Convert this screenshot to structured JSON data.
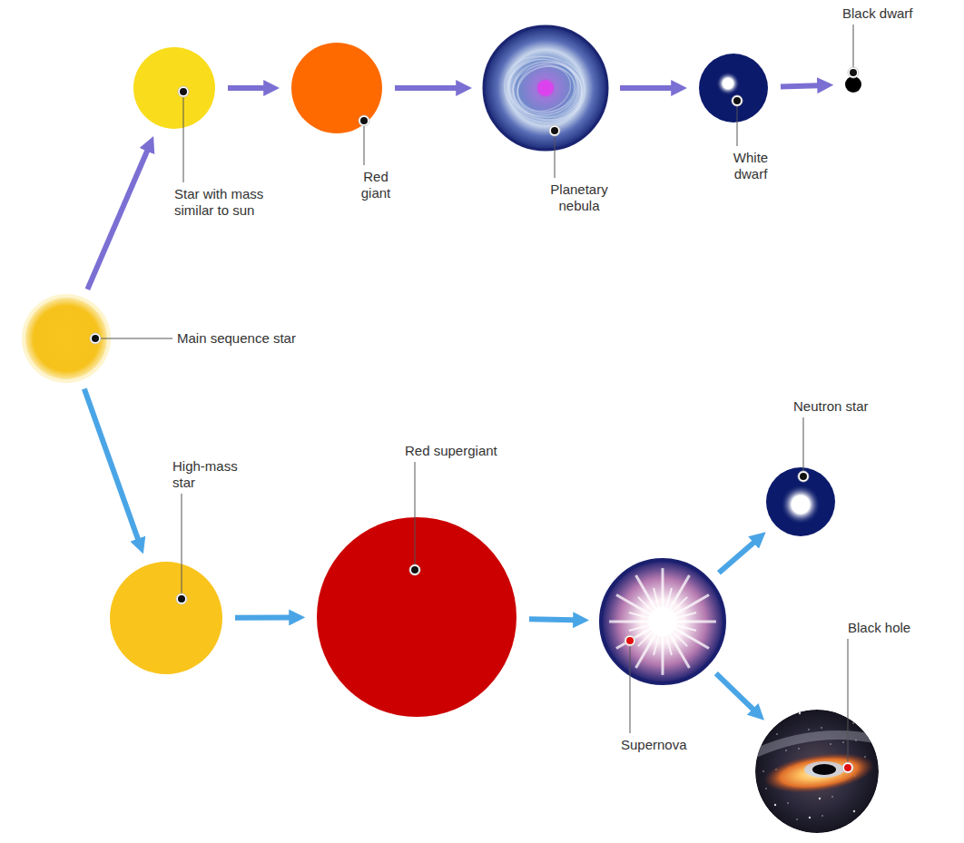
{
  "diagram": {
    "nodes": [
      {
        "text": [
          "Star with mass similar to sun"
        ]
      },
      {
        "text": [
          "Red giant"
        ]
      },
      {
        "text": [
          "Planetary nebula"
        ]
      },
      {
        "text": [
          "White dwarf"
        ]
      },
      {
        "text": [
          "Black dwarf"
        ]
      },
      {
        "text": [
          "Main sequence star"
        ]
      },
      {
        "text": [
          "High-mass star"
        ]
      },
      {
        "text": [
          "Red supergiant"
        ]
      },
      {
        "text": [
          "Neutron star"
        ]
      },
      {
        "text": [
          "Supernova"
        ]
      },
      {
        "text": [
          "Black hole"
        ]
      }
    ],
    "edges": [
      {
        "from": 5,
        "to": 0,
        "arrow": "to"
      },
      {
        "from": 0,
        "to": 1,
        "arrow": "to"
      },
      {
        "from": 1,
        "to": 2,
        "arrow": "to"
      },
      {
        "from": 2,
        "to": 3,
        "arrow": "to"
      },
      {
        "from": 3,
        "to": 4,
        "arrow": "to"
      },
      {
        "from": 5,
        "to": 6,
        "arrow": "to"
      },
      {
        "from": 6,
        "to": 7,
        "arrow": "to"
      },
      {
        "from": 7,
        "to": 9,
        "arrow": "to"
      },
      {
        "from": 9,
        "to": 8,
        "arrow": "to"
      },
      {
        "from": 9,
        "to": 10,
        "arrow": "to"
      }
    ]
  }
}
